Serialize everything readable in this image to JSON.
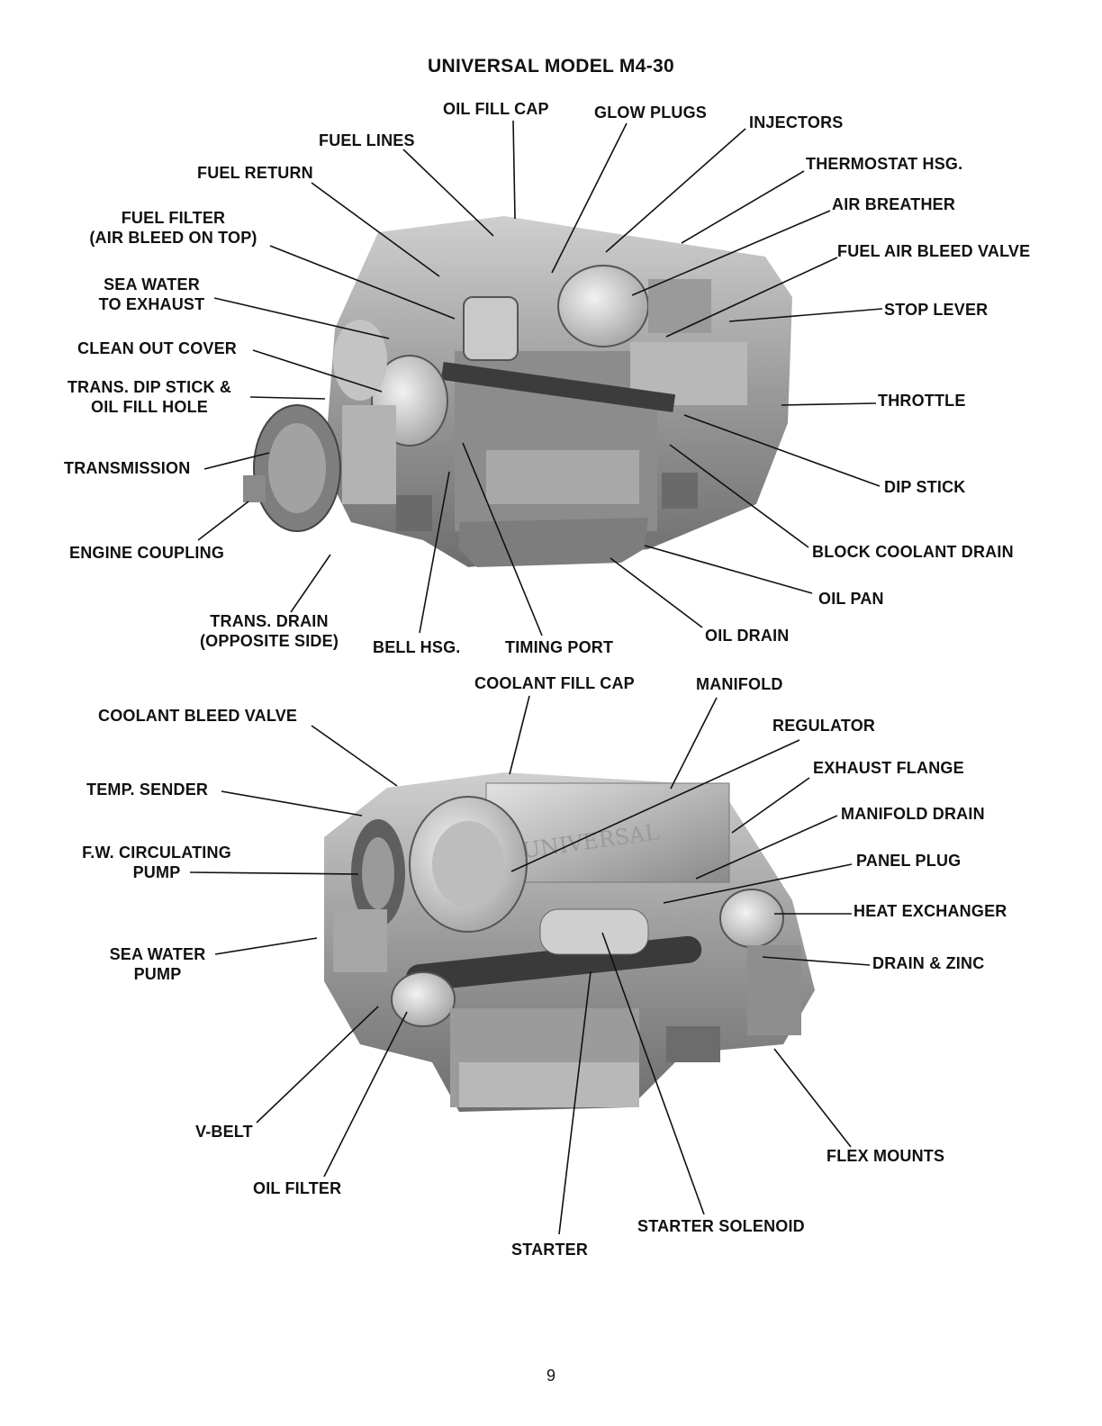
{
  "title": "UNIVERSAL MODEL M4-30",
  "page_number": "9",
  "top_view": {
    "labels": {
      "oil_fill_cap": "OIL FILL CAP",
      "glow_plugs": "GLOW PLUGS",
      "injectors": "INJECTORS",
      "fuel_lines": "FUEL LINES",
      "fuel_return": "FUEL RETURN",
      "thermostat_hsg": "THERMOSTAT HSG.",
      "air_breather": "AIR BREATHER",
      "fuel_filter_1": "FUEL FILTER",
      "fuel_filter_2": "(AIR BLEED ON TOP)",
      "fuel_air_bleed_valve": "FUEL AIR BLEED VALVE",
      "sea_water_exhaust_1": "SEA WATER",
      "sea_water_exhaust_2": "TO EXHAUST",
      "stop_lever": "STOP LEVER",
      "clean_out_cover": "CLEAN OUT COVER",
      "trans_dip_stick_1": "TRANS. DIP STICK &",
      "trans_dip_stick_2": "OIL FILL HOLE",
      "throttle": "THROTTLE",
      "transmission": "TRANSMISSION",
      "dip_stick": "DIP STICK",
      "engine_coupling": "ENGINE COUPLING",
      "block_coolant_drain": "BLOCK COOLANT DRAIN",
      "oil_pan": "OIL PAN",
      "trans_drain_1": "TRANS. DRAIN",
      "trans_drain_2": "(OPPOSITE SIDE)",
      "bell_hsg": "BELL HSG.",
      "timing_port": "TIMING PORT",
      "oil_drain": "OIL DRAIN"
    }
  },
  "bottom_view": {
    "labels": {
      "coolant_fill_cap": "COOLANT FILL CAP",
      "manifold": "MANIFOLD",
      "coolant_bleed_valve": "COOLANT BLEED VALVE",
      "regulator": "REGULATOR",
      "exhaust_flange": "EXHAUST FLANGE",
      "temp_sender": "TEMP. SENDER",
      "manifold_drain": "MANIFOLD DRAIN",
      "fw_pump_1": "F.W. CIRCULATING",
      "fw_pump_2": "PUMP",
      "panel_plug": "PANEL PLUG",
      "heat_exchanger": "HEAT EXCHANGER",
      "sea_water_pump_1": "SEA WATER",
      "sea_water_pump_2": "PUMP",
      "drain_zinc": "DRAIN & ZINC",
      "v_belt": "V-BELT",
      "flex_mounts": "FLEX MOUNTS",
      "oil_filter": "OIL FILTER",
      "starter_solenoid": "STARTER SOLENOID",
      "starter": "STARTER"
    },
    "engine_nameplate": "UNIVERSAL"
  }
}
